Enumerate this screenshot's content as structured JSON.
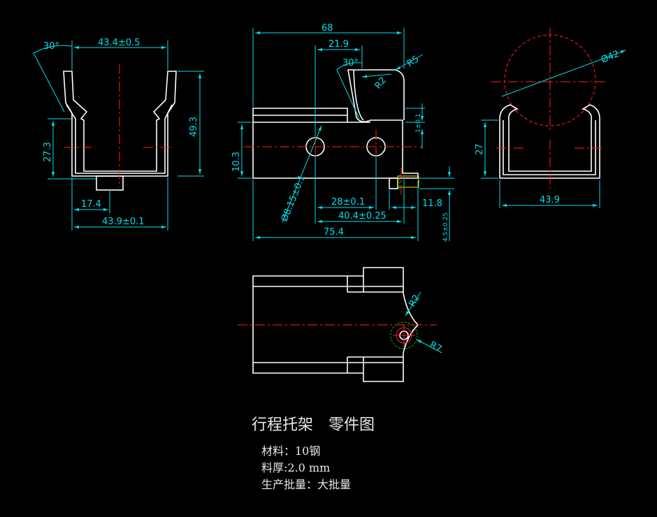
{
  "drawing": {
    "title": "行程托架　零件图",
    "notes": {
      "material": "材料：10钢",
      "thickness": "料厚:2.0 mm",
      "batch": "生产批量：大批量"
    },
    "left_view": {
      "dim_angle": "30°",
      "dim_top_width": "43.4±0.5",
      "dim_height": "49.3",
      "dim_inner_height": "27.3",
      "dim_offset": "17.4",
      "dim_bottom_width": "43.9±0.1"
    },
    "front_view": {
      "dim_total_top": "68",
      "dim_slot": "21.9",
      "dim_angle": "30°",
      "dim_r5": "R5",
      "dim_r2": "R2",
      "dim_tol_vertical": "1±0.1",
      "dim_height": "10.3",
      "dim_hole": "Ø8.15±0.1",
      "dim_hole_spacing": "28±0.1",
      "dim_tab": "11.8",
      "dim_hole_offset": "40.4±0.25",
      "dim_total_bottom": "75.4",
      "dim_tab_height": "4.5±0.25"
    },
    "right_view": {
      "dim_circle": "Ø42",
      "dim_height": "27",
      "dim_width": "43.9"
    },
    "bottom_view": {
      "dim_r2": "R2",
      "dim_r7": "R7"
    }
  },
  "colors": {
    "outline": "#ffffff",
    "dimension": "#00e0e8",
    "centerline": "#ff2020",
    "hidden": "#00c000",
    "highlight": "#f0e000"
  }
}
